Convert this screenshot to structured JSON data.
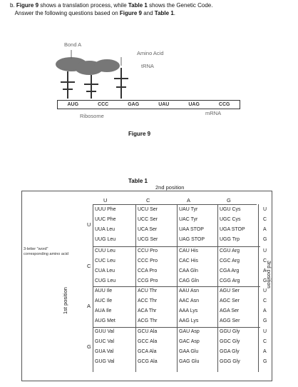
{
  "question": {
    "label": "b.",
    "line1_a": "Figure 9",
    "line1_b": " shows a translation process, while ",
    "line1_c": "Table 1",
    "line1_d": " shows the Genetic Code.",
    "line2_a": "Answer the following questions based on ",
    "line2_b": "Figure 9",
    "line2_c": " and ",
    "line2_d": "Table 1",
    "line2_e": "."
  },
  "figure9": {
    "bond_label": "Bond A",
    "amino_label": "Amino Acid",
    "trna_label": "tRNA",
    "codons": [
      "AUG",
      "CCC",
      "GAG",
      "UAU",
      "UAG",
      "CCG"
    ],
    "ribosome_label": "Ribosome",
    "mrna_label": "mRNA",
    "caption": "Figure 9"
  },
  "table1": {
    "caption": "Table 1",
    "second_position": "2nd position",
    "first_position": "1st position",
    "third_position": "3rd position",
    "col_headers": [
      "U",
      "C",
      "A",
      "G"
    ],
    "row_headers": [
      "U",
      "C",
      "A",
      "G"
    ],
    "third_letters": [
      "U",
      "C",
      "A",
      "G"
    ],
    "side_note_1": "3-letter \"word\"",
    "side_note_2": "corresponding amino acid",
    "cells": [
      [
        [
          "UUU Phe",
          "UUC Phe",
          "UUA Leu",
          "UUG Leu"
        ],
        [
          "UCU Ser",
          "UCC Ser",
          "UCA Ser",
          "UCG Ser"
        ],
        [
          "UAU Tyr",
          "UAC Tyr",
          "UAA STOP",
          "UAG STOP"
        ],
        [
          "UGU Cys",
          "UGC Cys",
          "UGA STOP",
          "UGG Trp"
        ]
      ],
      [
        [
          "CUU Leu",
          "CUC Leu",
          "CUA Leu",
          "CUG Leu"
        ],
        [
          "CCU Pro",
          "CCC Pro",
          "CCA Pro",
          "CCG Pro"
        ],
        [
          "CAU His",
          "CAC His",
          "CAA Gln",
          "CAG Gln"
        ],
        [
          "CGU Arg",
          "CGC Arg",
          "CGA Arg",
          "CGG Arg"
        ]
      ],
      [
        [
          "AUU Ile",
          "AUC Ile",
          "AUA Ile",
          "AUG Met"
        ],
        [
          "ACU Thr",
          "ACC Thr",
          "ACA Thr",
          "ACG Thr"
        ],
        [
          "AAU Asn",
          "AAC Asn",
          "AAA Lys",
          "AAG Lys"
        ],
        [
          "AGU Ser",
          "AGC Ser",
          "AGA Ser",
          "AGG Ser"
        ]
      ],
      [
        [
          "GUU Val",
          "GUC Val",
          "GUA Val",
          "GUG Val"
        ],
        [
          "GCU Ala",
          "GCC Ala",
          "GCA Ala",
          "GCG Ala"
        ],
        [
          "GAU Asp",
          "GAC Asp",
          "GAA Glu",
          "GAG Glu"
        ],
        [
          "GGU Gly",
          "GGC Gly",
          "GGA Gly",
          "GGG Gly"
        ]
      ]
    ]
  }
}
